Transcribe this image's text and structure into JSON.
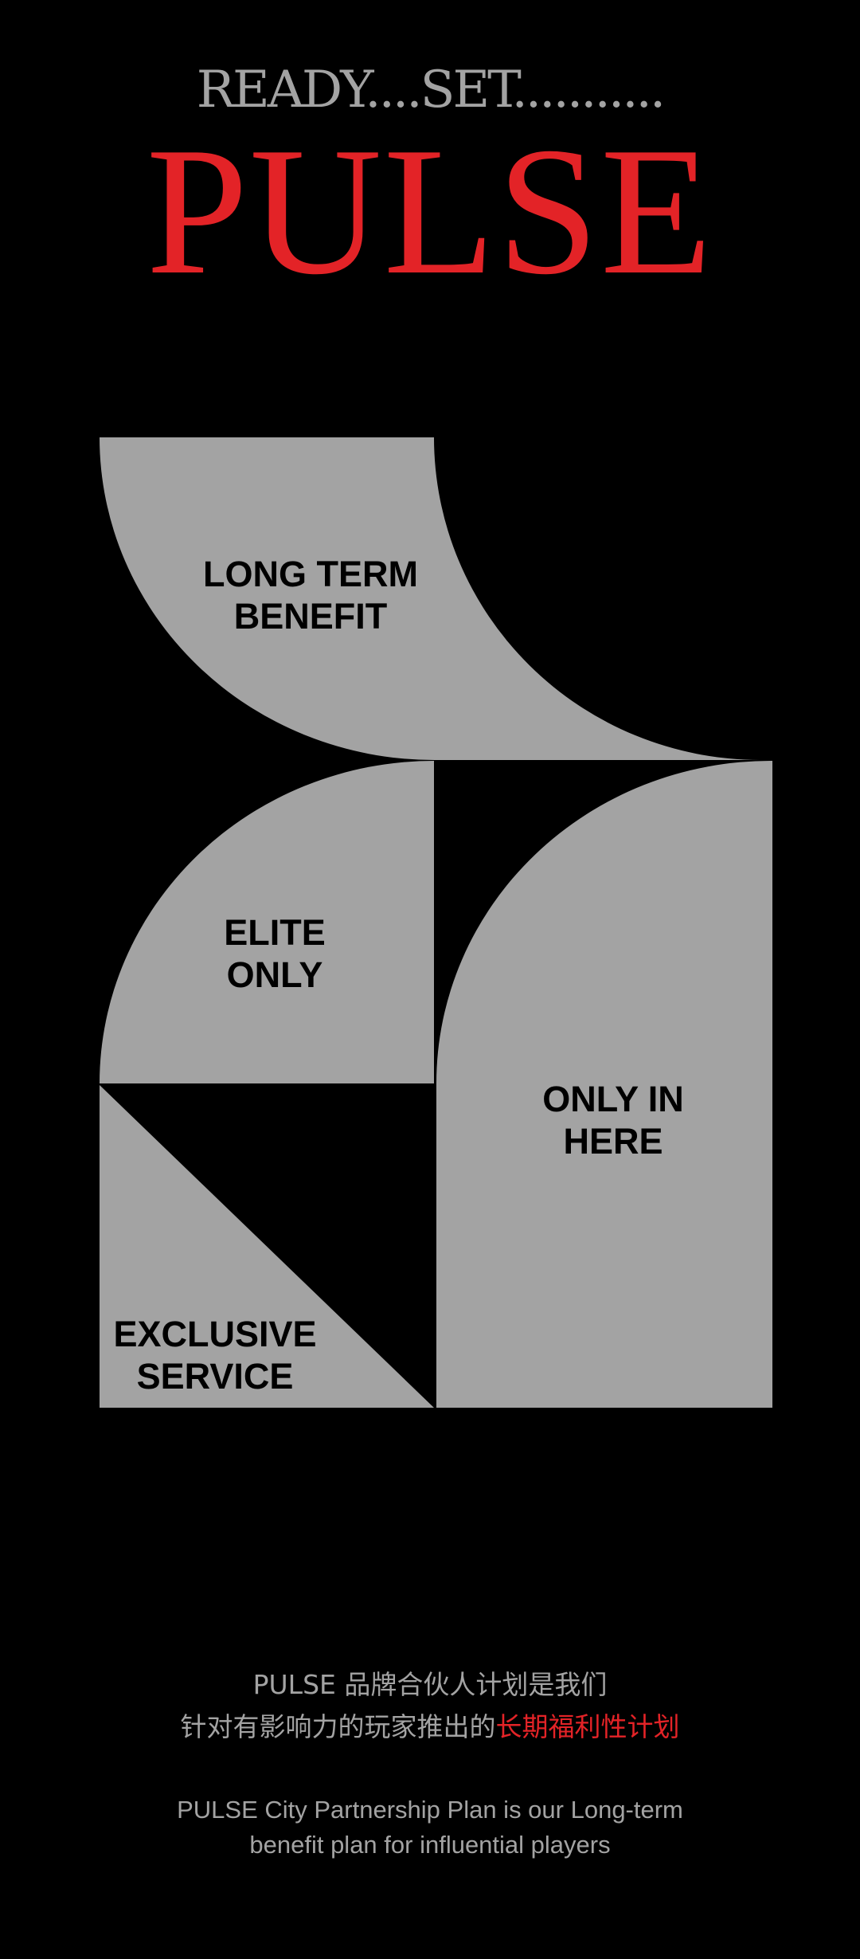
{
  "header": {
    "tagline": "READY....SET...........",
    "logo": "PULSE"
  },
  "blocks": {
    "long_term": {
      "line1": "LONG TERM",
      "line2": "BENEFIT"
    },
    "elite": {
      "line1": "ELITE",
      "line2": "ONLY"
    },
    "only_in_here": {
      "line1": "ONLY IN",
      "line2": "HERE"
    },
    "exclusive": {
      "line1": "EXCLUSIVE",
      "line2": "SERVICE"
    }
  },
  "description_cn": {
    "line1": "PULSE 品牌合伙人计划是我们",
    "line2_plain": "针对有影响力的玩家推出的",
    "line2_highlight": "长期福利性计划"
  },
  "description_en": {
    "line1": "PULSE City Partnership Plan is our Long-term",
    "line2": "benefit plan for influential players"
  },
  "colors": {
    "background": "#000000",
    "accent": "#e32327",
    "shape": "#a3a3a3",
    "text_muted": "#a3a3a3"
  }
}
